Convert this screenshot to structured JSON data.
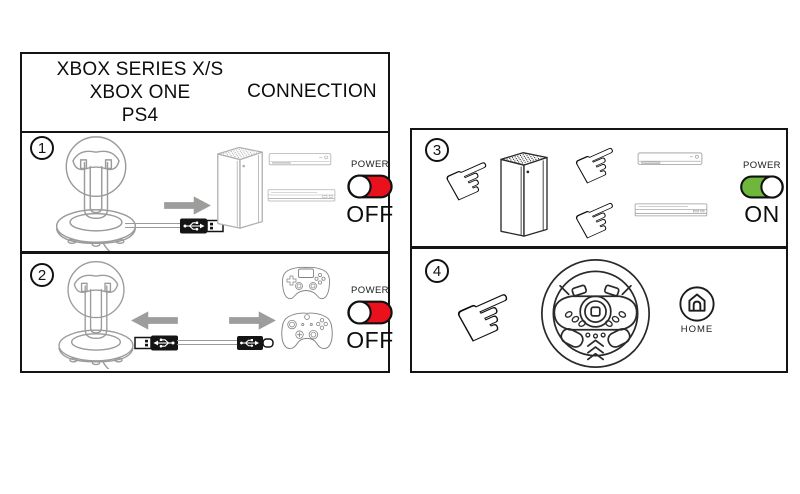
{
  "header": {
    "platform_lines": [
      "XBOX SERIES X/S",
      "XBOX ONE",
      "PS4"
    ],
    "title": "CONNECTION"
  },
  "steps": [
    {
      "number": "1",
      "power": {
        "label": "POWER",
        "state": "OFF"
      }
    },
    {
      "number": "2",
      "power": {
        "label": "POWER",
        "state": "OFF"
      }
    },
    {
      "number": "3",
      "power": {
        "label": "POWER",
        "state": "ON"
      }
    },
    {
      "number": "4",
      "home": {
        "label": "HOME"
      }
    }
  ],
  "icons": {
    "pointing_hand": "☞"
  },
  "colors": {
    "power_off_red": "#e8111c",
    "power_on_green": "#6fb73c",
    "arrow_gray": "#9d9d9c"
  }
}
